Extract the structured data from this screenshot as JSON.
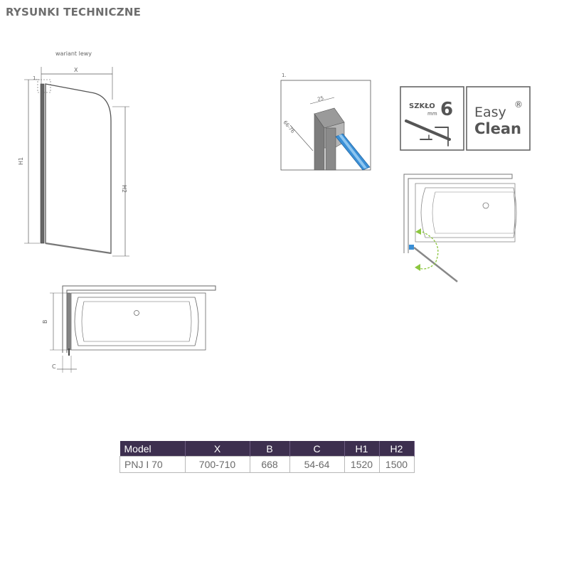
{
  "header": {
    "title": "RYSUNKI TECHNICZNE"
  },
  "front_view": {
    "caption": "wariant lewy",
    "dim_x": "X",
    "dim_1": "1.",
    "dim_h1": "H1",
    "dim_h2": "H2"
  },
  "detail_view": {
    "number": "1.",
    "dim_width": "25",
    "dim_range": "66-76"
  },
  "badges": {
    "glass": {
      "label": "SZKŁO",
      "unit": "mm",
      "value": "6"
    },
    "coating": {
      "line1": "Easy",
      "line2": "Clean",
      "mark": "®"
    }
  },
  "top_view": {
    "dim_b": "B",
    "dim_c": "C"
  },
  "spec_table": {
    "headers": [
      "Model",
      "X",
      "B",
      "C",
      "H1",
      "H2"
    ],
    "rows": [
      [
        "PNJ I 70",
        "700-710",
        "668",
        "54-64",
        "1520",
        "1500"
      ]
    ]
  }
}
